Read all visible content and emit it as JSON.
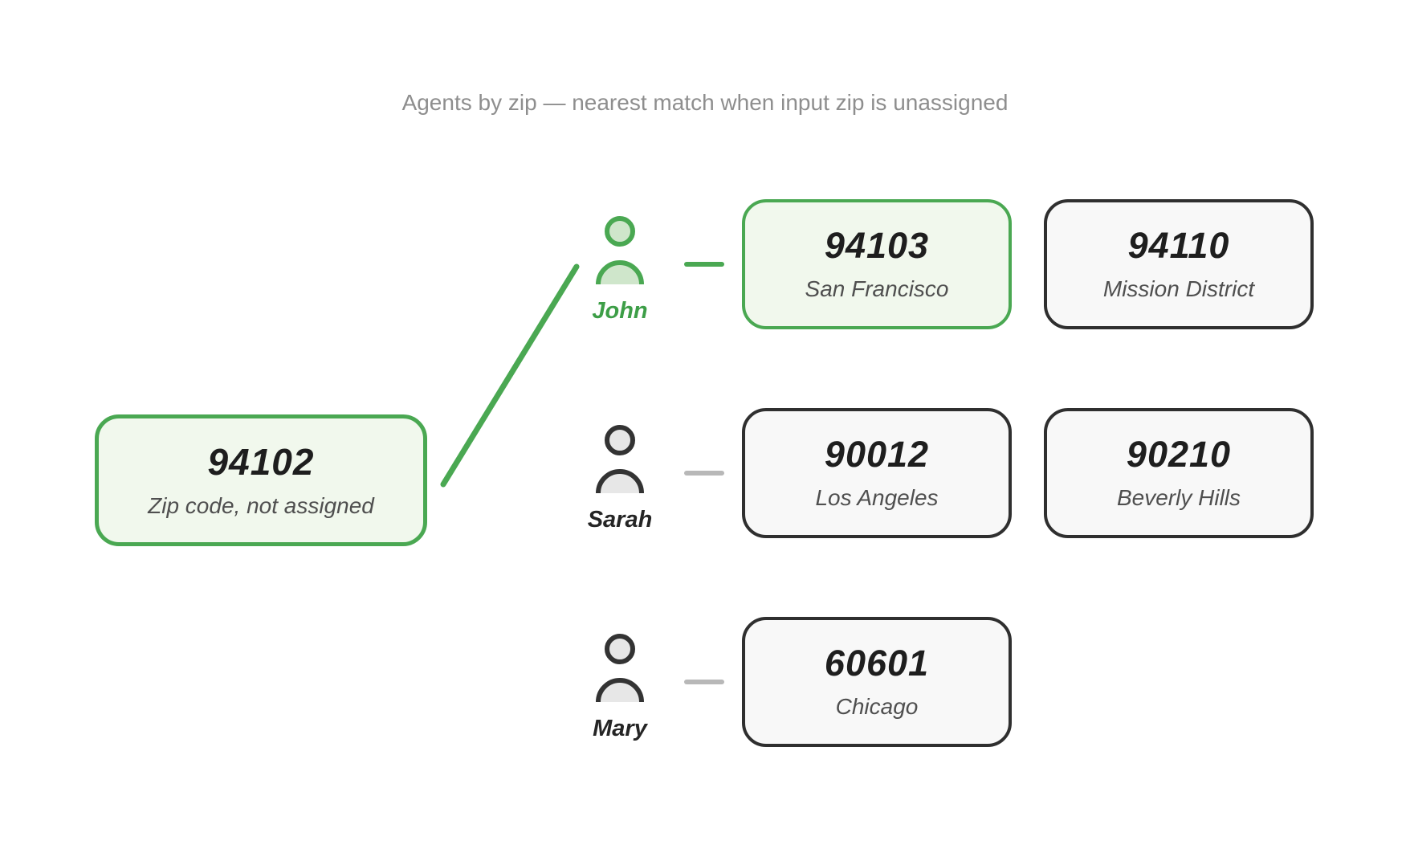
{
  "title": "Agents by zip — nearest match when input zip is unassigned",
  "input_node": {
    "zip": "94102",
    "label": "Zip code, not assigned",
    "highlighted": true
  },
  "agents": [
    {
      "name": "John",
      "icon": "person-icon",
      "highlighted": true,
      "zips": [
        {
          "code": "94103",
          "city": "San Francisco",
          "highlighted": true
        },
        {
          "code": "94110",
          "city": "Mission District",
          "highlighted": false
        }
      ]
    },
    {
      "name": "Sarah",
      "icon": "person-icon",
      "highlighted": false,
      "zips": [
        {
          "code": "90012",
          "city": "Los Angeles",
          "highlighted": false
        },
        {
          "code": "90210",
          "city": "Beverly Hills",
          "highlighted": false
        }
      ]
    },
    {
      "name": "Mary",
      "icon": "person-icon",
      "highlighted": false,
      "zips": [
        {
          "code": "60601",
          "city": "Chicago",
          "highlighted": false
        }
      ]
    }
  ],
  "connection": {
    "from": "94102",
    "to_agent": "John"
  },
  "colors": {
    "accent_green": "#4aa852",
    "green_card_bg": "#f1f8ed",
    "green_icon_fill": "#cfe6cb",
    "green_name_text": "#3d9e47",
    "dark_border": "#2f2f2f",
    "card_bg": "#f8f8f8",
    "gray_icon_fill": "#e7e7e7",
    "dash_gray": "#b8b8b8",
    "title_gray": "#8e8e8e",
    "zip_text": "#1e1e1e",
    "city_text": "#4f4f4f"
  }
}
